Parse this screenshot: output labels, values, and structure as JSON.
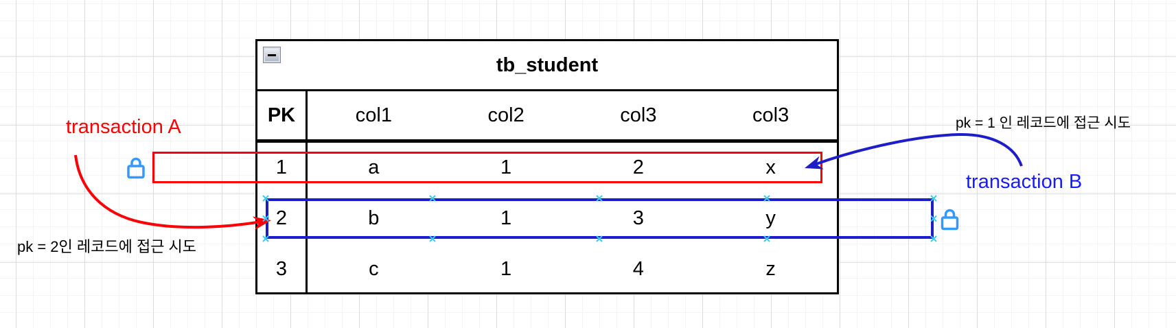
{
  "diagram": {
    "kind": "database-table-locking-diagram",
    "table": {
      "title": "tb_student",
      "columns": [
        "PK",
        "col1",
        "col2",
        "col3",
        "col3"
      ],
      "rows": [
        [
          "1",
          "a",
          "1",
          "2",
          "x"
        ],
        [
          "2",
          "b",
          "1",
          "3",
          "y"
        ],
        [
          "3",
          "c",
          "1",
          "4",
          "z"
        ]
      ]
    },
    "annotations": {
      "transaction_a": "transaction A",
      "transaction_b": "transaction B",
      "note_pk2": "pk = 2인 레코드에 접근 시도",
      "note_pk1": "pk = 1 인 레코드에 접근 시도"
    },
    "icons": {
      "collapse": "collapse-minus-icon",
      "lock_row1": "lock-icon",
      "lock_row2": "lock-icon",
      "selection_handles": "selection-handle-x-icon"
    }
  },
  "colors": {
    "red_accent": "#fb0007",
    "blue_stroke": "#1e1ec8",
    "blue_text": "#1a1aff",
    "lock_blue": "#3399ff",
    "handle_cyan": "#33ccff",
    "grid_minor": "#f4f4f4",
    "grid_major": "#dcdcdc"
  }
}
